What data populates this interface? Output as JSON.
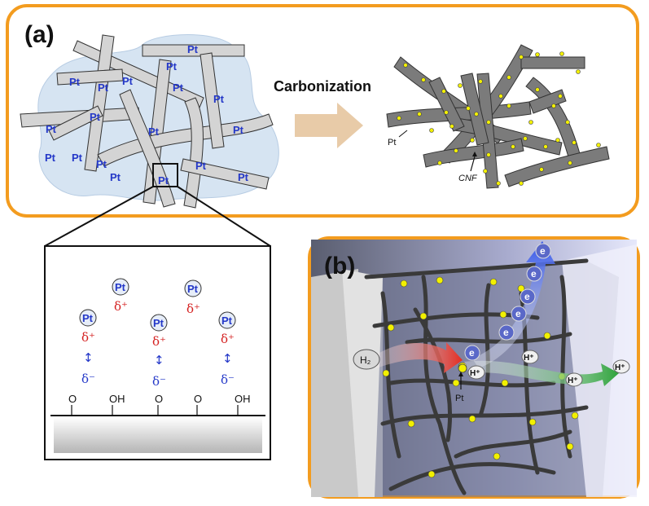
{
  "panel_a": {
    "label": "(a)",
    "arrow_label": "Carbonization",
    "pt_label": "Pt",
    "cnf_label": "CNF",
    "particle_label": "Pt",
    "inset": {
      "pt_label": "Pt",
      "delta_plus": "δ⁺",
      "delta_minus": "δ⁻",
      "arrow": "↕",
      "groups": [
        "O",
        "OH",
        "O",
        "O",
        "OH"
      ]
    }
  },
  "panel_b": {
    "label": "(b)",
    "h2": "H₂",
    "electron": "e",
    "proton": "H⁺",
    "pt_label": "Pt"
  },
  "colors": {
    "border": "#f39c1f",
    "pt_text": "#2438c8",
    "delta_plus": "#d42020",
    "delta_minus": "#2438c8",
    "fiber": "#808080",
    "particle": "#f2f000"
  }
}
